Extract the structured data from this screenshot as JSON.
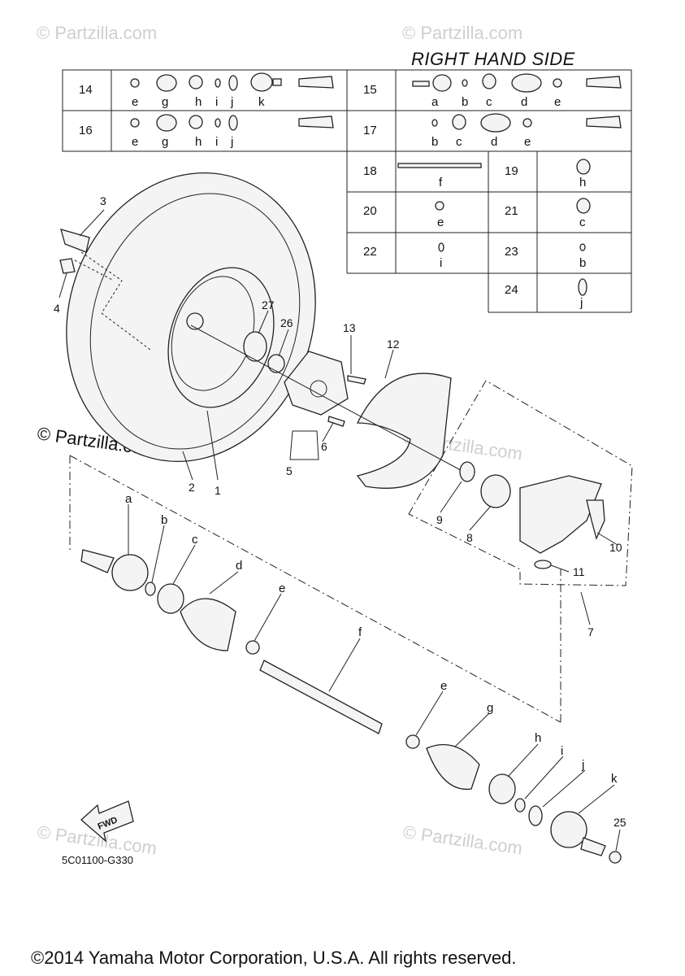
{
  "diagram": {
    "title": "RIGHT HAND SIDE",
    "drawing_code": "5C01100-G330",
    "copyright": "©2014 Yamaha Motor Corporation, U.S.A. All rights reserved.",
    "watermark": "© Partzilla.com",
    "fwd_label": "FWD"
  },
  "kit_table": [
    {
      "num": "14",
      "letters": [
        "e",
        "g",
        "h",
        "i",
        "j",
        "k"
      ]
    },
    {
      "num": "15",
      "letters": [
        "a",
        "b",
        "c",
        "d",
        "e"
      ]
    },
    {
      "num": "16",
      "letters": [
        "e",
        "g",
        "h",
        "i",
        "j"
      ]
    },
    {
      "num": "17",
      "letters": [
        "b",
        "c",
        "d",
        "e"
      ]
    },
    {
      "num": "18",
      "letters": [
        "f"
      ]
    },
    {
      "num": "19",
      "letters": [
        "h"
      ]
    },
    {
      "num": "20",
      "letters": [
        "e"
      ]
    },
    {
      "num": "21",
      "letters": [
        "c"
      ]
    },
    {
      "num": "22",
      "letters": [
        "i"
      ]
    },
    {
      "num": "23",
      "letters": [
        "b"
      ]
    },
    {
      "num": "24",
      "letters": [
        "j"
      ]
    }
  ],
  "callouts": {
    "n1": "1",
    "n2": "2",
    "n3": "3",
    "n4": "4",
    "n5": "5",
    "n6": "6",
    "n7": "7",
    "n8": "8",
    "n9": "9",
    "n10": "10",
    "n11": "11",
    "n12": "12",
    "n13": "13",
    "n25": "25",
    "n26": "26",
    "n27": "27",
    "a": "a",
    "b": "b",
    "c": "c",
    "d": "d",
    "e1": "e",
    "e2": "e",
    "f": "f",
    "g": "g",
    "h": "h",
    "i": "i",
    "j": "j",
    "k": "k"
  }
}
